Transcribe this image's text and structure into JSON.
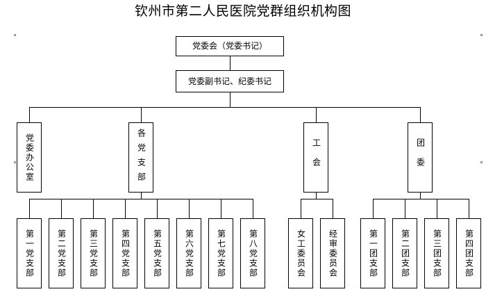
{
  "title": "钦州市第二人民医院党群组织机构图",
  "top": {
    "committee": "党委会（党委书记）",
    "deputy": "党委副书记、纪委书记"
  },
  "level2": [
    "党委办公室",
    "各党支部",
    "工会",
    "团委"
  ],
  "party_branches": [
    "第一党支部",
    "第二党支部",
    "第三党支部",
    "第四党支部",
    "第五党支部",
    "第六党支部",
    "第七党支部",
    "第八党支部"
  ],
  "union_units": [
    "女工委员会",
    "经审委员会"
  ],
  "youth_branches": [
    "第一团支部",
    "第二团支部",
    "第三团支部",
    "第四团支部"
  ]
}
